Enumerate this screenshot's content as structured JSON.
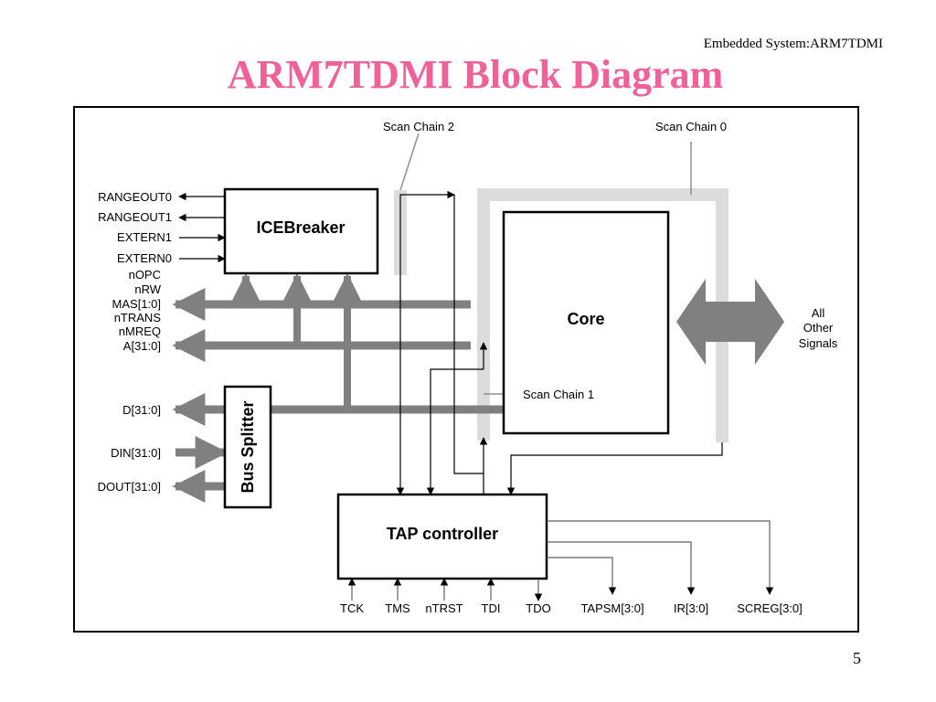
{
  "header": {
    "note": "Embedded System:ARM7TDMI"
  },
  "slide": {
    "title": "ARM7TDMI Block Diagram",
    "page_number": "5"
  },
  "diagram": {
    "blocks": {
      "icebreaker": "ICEBreaker",
      "core": "Core",
      "bus_splitter": "Bus Splitter",
      "tap_controller": "TAP controller"
    },
    "scan_chains": {
      "chain0": "Scan Chain 0",
      "chain1": "Scan Chain 1",
      "chain2": "Scan Chain 2"
    },
    "left_signals": {
      "rangeout0": "RANGEOUT0",
      "rangeout1": "RANGEOUT1",
      "extern1": "EXTERN1",
      "extern0": "EXTERN0",
      "nopc": "nOPC",
      "nrw": "nRW",
      "mas": "MAS[1:0]",
      "ntrans": "nTRANS",
      "nmreq": "nMREQ",
      "addr": "A[31:0]",
      "data": "D[31:0]",
      "din": "DIN[31:0]",
      "dout": "DOUT[31:0]"
    },
    "other_signals": [
      "All",
      "Other",
      "Signals"
    ],
    "tap_pins": {
      "tck": "TCK",
      "tms": "TMS",
      "ntrst": "nTRST",
      "tdi": "TDI",
      "tdo": "TDO",
      "tapsm": "TAPSM[3:0]",
      "ir": "IR[3:0]",
      "screg": "SCREG[3:0]"
    }
  }
}
